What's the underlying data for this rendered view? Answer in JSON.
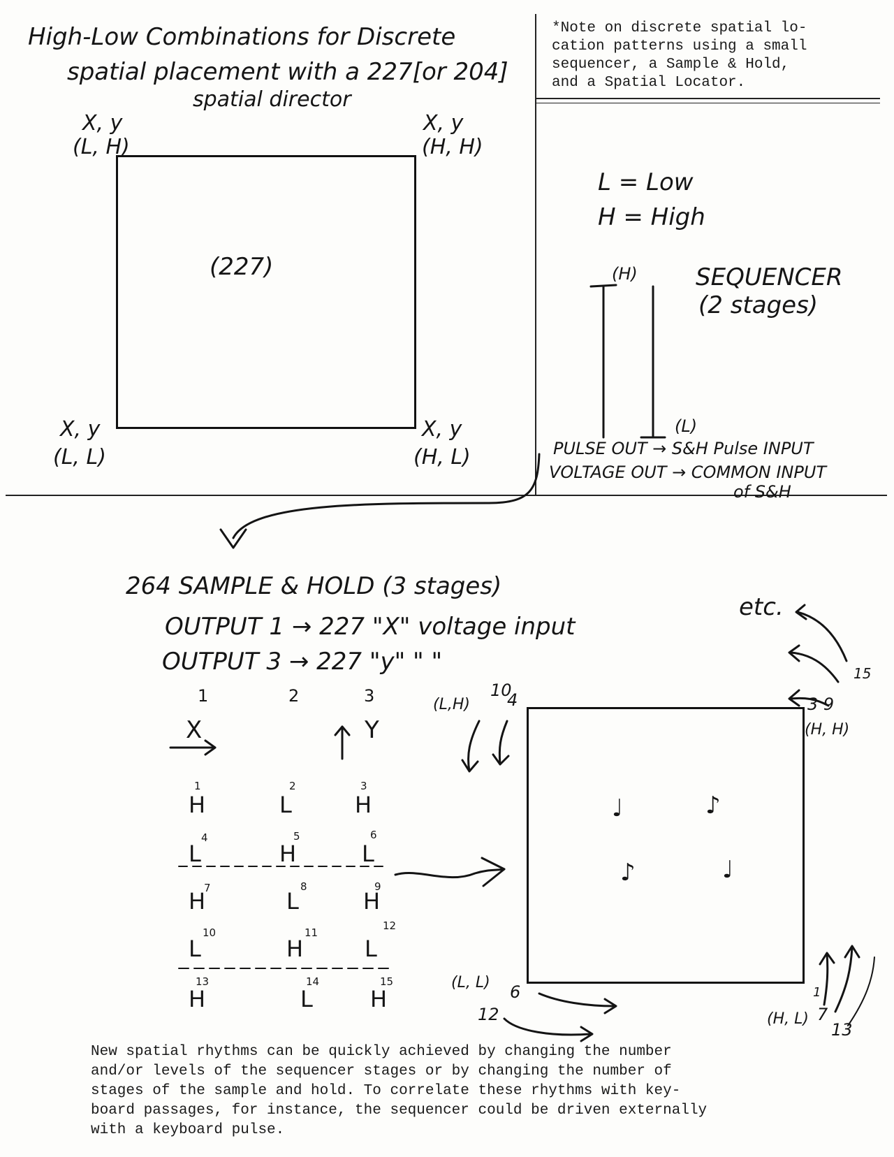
{
  "title": {
    "line1": "High-Low Combinations for Discrete",
    "line2": "spatial placement with a 227[or 204]",
    "line3": "spatial director"
  },
  "note": {
    "line1": "*Note on discrete spatial lo-",
    "line2": "cation patterns using a small",
    "line3": "sequencer, a Sample & Hold,",
    "line4": "and a Spatial Locator."
  },
  "top_box": {
    "label": "(227)",
    "corner_xy": "X, y",
    "tl": "(L, H)",
    "tr": "(H, H)",
    "bl": "(L, L)",
    "br": "(H, L)"
  },
  "legend": {
    "low": "L = Low",
    "high": "H = High"
  },
  "sequencer": {
    "title": "SEQUENCER",
    "stages": "(2 stages)",
    "high_mark": "(H)",
    "low_mark": "(L)",
    "pulse_out": "PULSE OUT → S&H Pulse INPUT",
    "voltage_out": "VOLTAGE OUT → COMMON INPUT",
    "voltage_out2": "of S&H"
  },
  "sample_hold": {
    "title": "264 SAMPLE & HOLD (3 stages)",
    "output1": "OUTPUT 1 → 227 \"X\" voltage input",
    "output3": "OUTPUT 3 → 227 \"y\"   \"     \""
  },
  "stage_table": {
    "headers": [
      "1",
      "2",
      "3"
    ],
    "axis_x": "X",
    "axis_y": "Y",
    "rows": [
      [
        {
          "v": "H",
          "n": "1"
        },
        {
          "v": "L",
          "n": "2"
        },
        {
          "v": "H",
          "n": "3"
        }
      ],
      [
        {
          "v": "L",
          "n": "4"
        },
        {
          "v": "H",
          "n": "5"
        },
        {
          "v": "L",
          "n": "6"
        }
      ],
      [
        {
          "v": "H",
          "n": "7"
        },
        {
          "v": "L",
          "n": "8"
        },
        {
          "v": "H",
          "n": "9"
        }
      ],
      [
        {
          "v": "L",
          "n": "10"
        },
        {
          "v": "H",
          "n": "11"
        },
        {
          "v": "L",
          "n": "12"
        }
      ],
      [
        {
          "v": "H",
          "n": "13"
        },
        {
          "v": "L",
          "n": "14"
        },
        {
          "v": "H",
          "n": "15"
        }
      ]
    ]
  },
  "bottom_box": {
    "tl_label": "(L,H)",
    "tl_nums": "10",
    "tl_num2": "4",
    "tr_label": "(H, H)",
    "tr_nums": "3 9",
    "tr_num15": "15",
    "etc": "etc.",
    "bl_label": "(L, L)",
    "bl_num": "6",
    "bl_num12": "12",
    "br_label": "(H, L)",
    "br_num7": "7",
    "br_num1": "1",
    "br_num13": "13"
  },
  "caption": {
    "line1": "New spatial rhythms can be quickly achieved by changing the number",
    "line2": "and/or levels of the sequencer stages or by changing the number of",
    "line3": "stages of the sample and hold. To correlate these rhythms with key-",
    "line4": "board passages, for instance, the sequencer could be driven externally",
    "line5": "with a keyboard pulse."
  }
}
